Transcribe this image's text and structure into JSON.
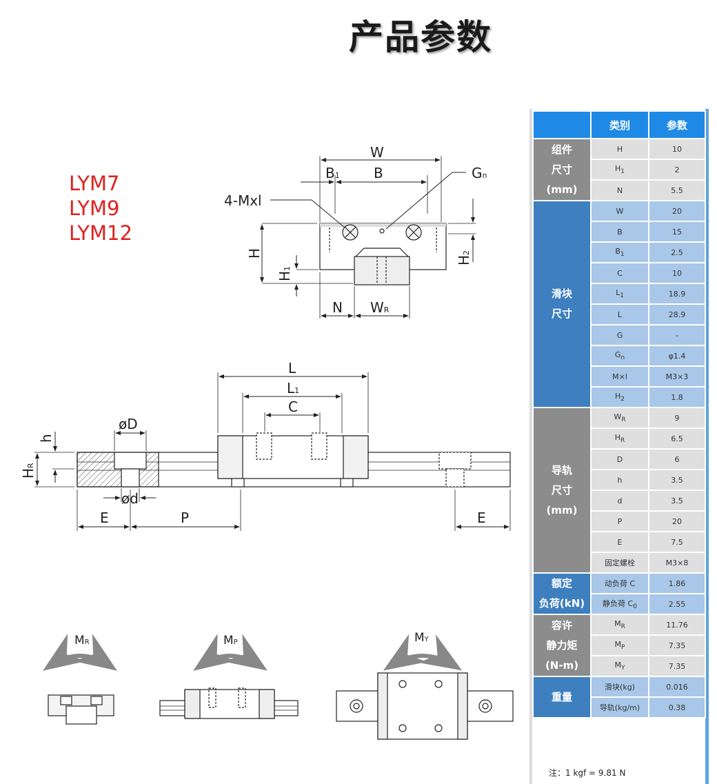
{
  "page": {
    "title": "产品参数",
    "models": [
      "LYM7",
      "LYM9",
      "LYM12"
    ]
  },
  "drawing": {
    "front": {
      "W": "W",
      "B1": "B",
      "B1_sub": "1",
      "B": "B",
      "Gn": "G",
      "Gn_sub": "n",
      "Mxl": "4-Mxl",
      "H": "H",
      "H1": "H",
      "H1_sub": "1",
      "H2": "H",
      "H2_sub": "2",
      "N": "N",
      "WR": "W",
      "WR_sub": "R"
    },
    "side": {
      "L": "L",
      "L1": "L",
      "L1_sub": "1",
      "C": "C",
      "D": "øD",
      "h": "h",
      "HR": "H",
      "HR_sub": "R",
      "d": "ød",
      "E_left": "E",
      "P": "P",
      "E_right": "E"
    },
    "moments": {
      "MR": "M",
      "MR_sub": "R",
      "MP": "M",
      "MP_sub": "P",
      "MY": "M",
      "MY_sub": "Y"
    }
  },
  "table": {
    "headers": [
      "类别",
      "参数"
    ],
    "groups": [
      {
        "label": [
          "组件",
          "尺寸",
          "(mm)"
        ],
        "color": "gray",
        "rows": [
          {
            "name": "H",
            "sub": "",
            "value": "10"
          },
          {
            "name": "H",
            "sub": "1",
            "value": "2"
          },
          {
            "name": "N",
            "sub": "",
            "value": "5.5"
          }
        ]
      },
      {
        "label": [
          "滑块",
          "尺寸"
        ],
        "color": "blue",
        "rows": [
          {
            "name": "W",
            "sub": "",
            "value": "20"
          },
          {
            "name": "B",
            "sub": "",
            "value": "15"
          },
          {
            "name": "B",
            "sub": "1",
            "value": "2.5"
          },
          {
            "name": "C",
            "sub": "",
            "value": "10"
          },
          {
            "name": "L",
            "sub": "1",
            "value": "18.9"
          },
          {
            "name": "L",
            "sub": "",
            "value": "28.9"
          },
          {
            "name": "G",
            "sub": "",
            "value": "-"
          },
          {
            "name": "G",
            "sub": "n",
            "value": "φ1.4"
          },
          {
            "name": "M×l",
            "sub": "",
            "value": "M3×3"
          },
          {
            "name": "H",
            "sub": "2",
            "value": "1.8"
          }
        ]
      },
      {
        "label": [
          "导轨",
          "尺寸",
          "(mm)"
        ],
        "color": "gray",
        "rows": [
          {
            "name": "W",
            "sub": "R",
            "value": "9"
          },
          {
            "name": "H",
            "sub": "R",
            "value": "6.5"
          },
          {
            "name": "D",
            "sub": "",
            "value": "6"
          },
          {
            "name": "h",
            "sub": "",
            "value": "3.5"
          },
          {
            "name": "d",
            "sub": "",
            "value": "3.5"
          },
          {
            "name": "P",
            "sub": "",
            "value": "20"
          },
          {
            "name": "E",
            "sub": "",
            "value": "7.5"
          },
          {
            "name": "固定螺栓",
            "sub": "",
            "value": "M3×8"
          }
        ]
      },
      {
        "label": [
          "额定",
          "负荷(kN)"
        ],
        "color": "blue",
        "rows": [
          {
            "name": "动负荷 C",
            "sub": "",
            "value": "1.86"
          },
          {
            "name": "静负荷 C",
            "sub": "0",
            "value": "2.55"
          }
        ]
      },
      {
        "label": [
          "容许",
          "静力矩",
          "(N-m)"
        ],
        "color": "gray",
        "rows": [
          {
            "name": "M",
            "sub": "R",
            "value": "11.76"
          },
          {
            "name": "M",
            "sub": "P",
            "value": "7.35"
          },
          {
            "name": "M",
            "sub": "Y",
            "value": "7.35"
          }
        ]
      },
      {
        "label": [
          "重量"
        ],
        "color": "blue",
        "rows": [
          {
            "name": "滑块(kg)",
            "sub": "",
            "value": "0.016"
          },
          {
            "name": "导轨(kg/m)",
            "sub": "",
            "value": "0.38"
          }
        ]
      }
    ],
    "note": "注：1 kgf = 9.81 N"
  }
}
